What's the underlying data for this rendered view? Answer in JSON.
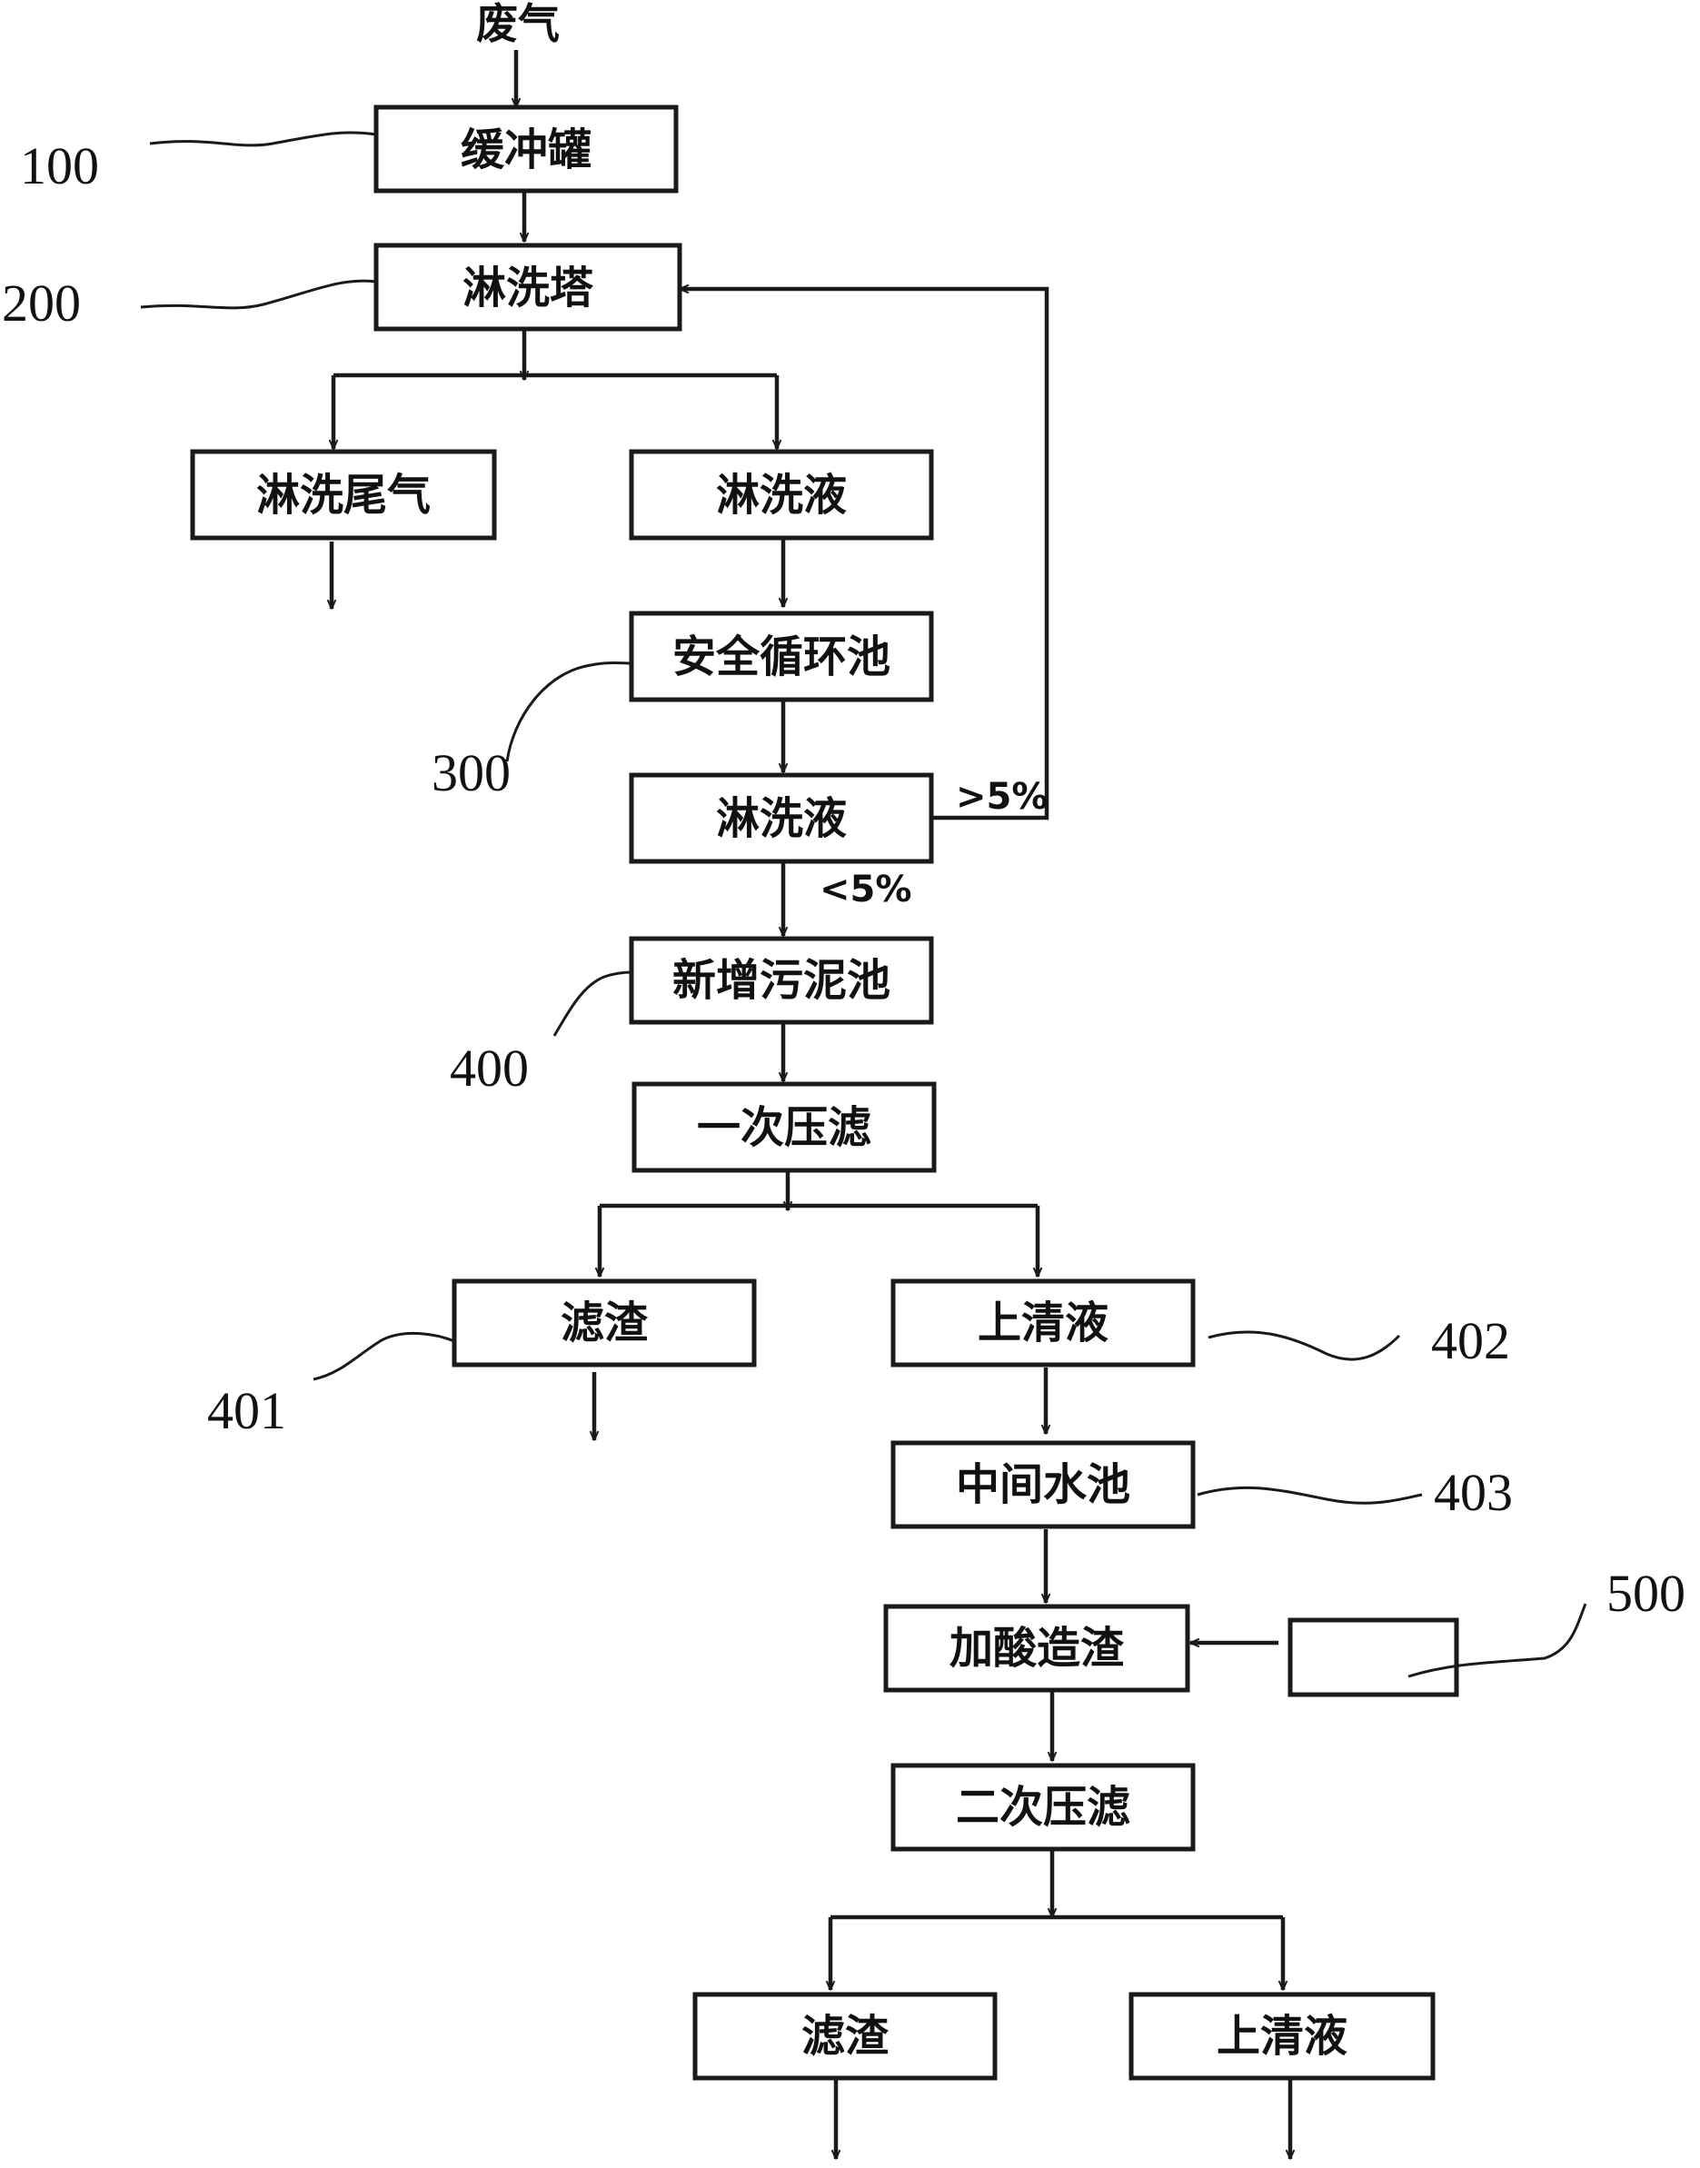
{
  "input": {
    "label": "废气"
  },
  "boxes": {
    "buffer_tank": "缓冲罐",
    "scrubber_tower": "淋洗塔",
    "scrub_tail_gas": "淋洗尾气",
    "scrub_liquid_1": "淋洗液",
    "safety_circulation_tank": "安全循环池",
    "scrub_liquid_2": "淋洗液",
    "new_sludge_tank": "新增污泥池",
    "primary_press_filter": "一次压滤",
    "filter_residue_1": "滤渣",
    "supernatant_1": "上清液",
    "intermediate_pool": "中间水池",
    "acid_slagging": "加酸造渣",
    "reagent_unit": "",
    "secondary_press_filter": "二次压滤",
    "filter_residue_2": "滤渣",
    "supernatant_2": "上清液"
  },
  "conditions": {
    "above": ">5%",
    "below": "<5%"
  },
  "refs": {
    "r100": "100",
    "r200": "200",
    "r300": "300",
    "r400": "400",
    "r401": "401",
    "r402": "402",
    "r403": "403",
    "r500": "500"
  }
}
